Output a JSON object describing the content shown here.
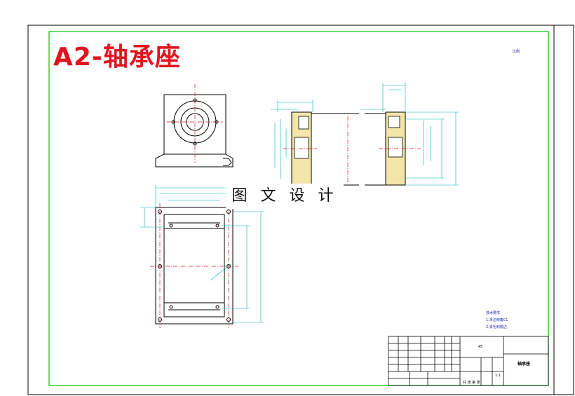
{
  "drawing": {
    "title": "A2-轴承座",
    "watermark": "图 文 设 计",
    "corner_mark": "比例",
    "notes": [
      "技术要求",
      "1.未注倒角C1",
      "2.去毛刺锐边"
    ],
    "title_block": {
      "part_name": "轴承座",
      "center_code": "45",
      "sheet_info": "共 张 第 张",
      "scale": "1:1"
    }
  },
  "colors": {
    "border": "#00c000",
    "outline": "#000000",
    "dimension": "#00b4b4",
    "centerline": "#e0141e",
    "section_fill": "#f3e6a8",
    "title_red": "#e0141e"
  }
}
